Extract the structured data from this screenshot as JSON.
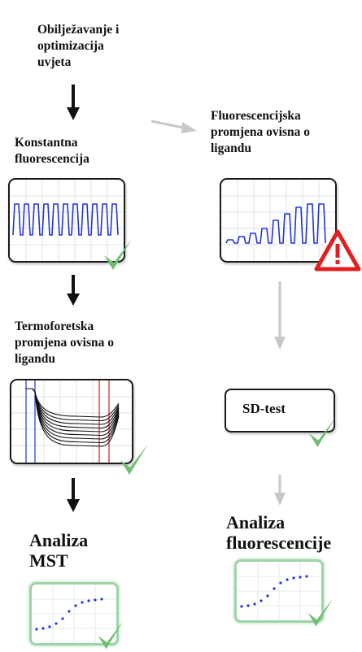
{
  "steps": {
    "labeling": "Obilježavanje i\noptimizacija\nuvjeta",
    "constant_fluorescence": "Konstantna\nfluorescencija",
    "ligand_fluorescence_change": "Fluorescencijska\npromjena ovisna o\nligandu",
    "thermophoretic_change": "Termoforetska\npromjena ovisna o\nligandu",
    "sd_test": "SD-test",
    "mst_analysis": "Analiza\nMST",
    "fluorescence_analysis": "Analiza\nfluorescencije"
  },
  "colors": {
    "trace_blue": "#2233dd",
    "check_green": "#6fbf73",
    "warning_red": "#e02020",
    "arrow_black": "#111111",
    "arrow_grey": "#c8c8c8"
  },
  "icons": [
    "checkmark-icon",
    "warning-triangle-icon",
    "down-arrow-icon",
    "right-arrow-icon"
  ]
}
